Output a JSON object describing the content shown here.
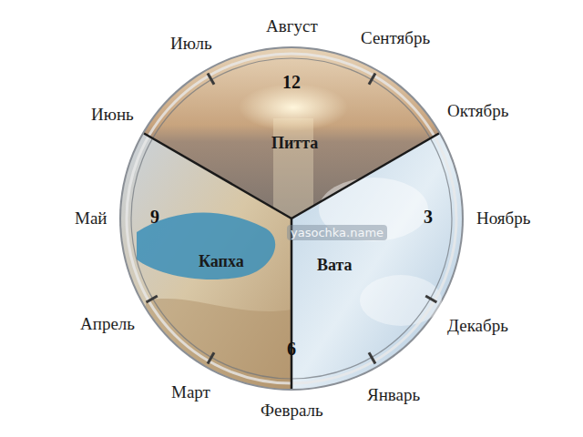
{
  "diagram": {
    "nodes": [
      {
        "text": [
          "Питта"
        ]
      },
      {
        "text": [
          "Капха"
        ]
      },
      {
        "text": [
          "Вата"
        ]
      }
    ],
    "labels": [
      "Август",
      "Сентябрь",
      "Октябрь",
      "Ноябрь",
      "Декабрь",
      "Январь",
      "Февраль",
      "Март",
      "Апрель",
      "Май",
      "Июнь",
      "Июль",
      "12",
      "3",
      "6",
      "9",
      "yasochka.name"
    ]
  }
}
